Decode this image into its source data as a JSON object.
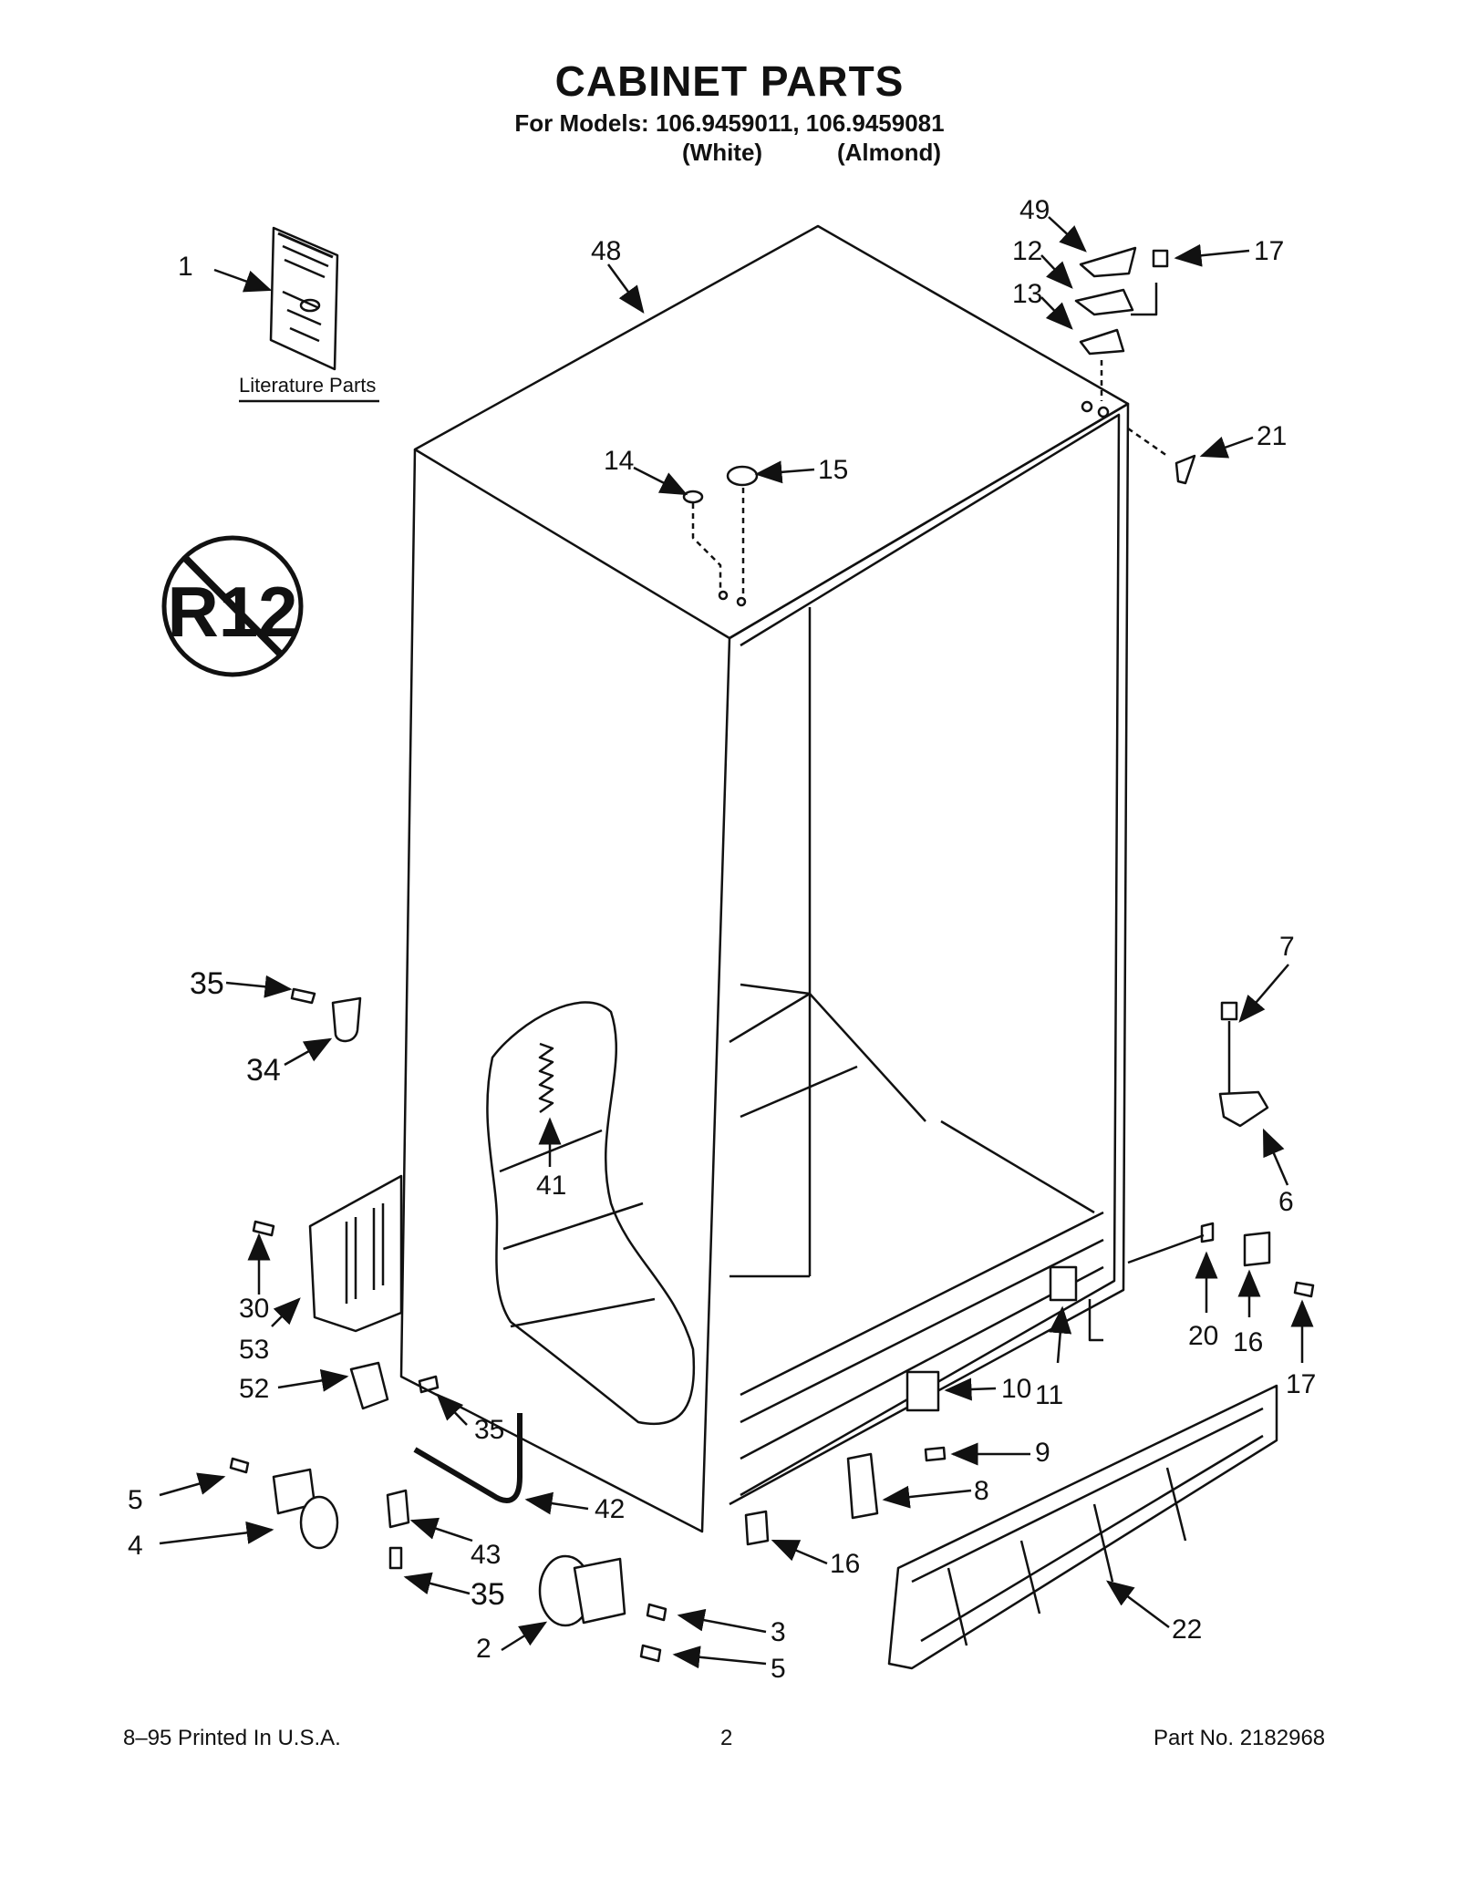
{
  "header": {
    "title": "CABINET PARTS",
    "models_line": "For Models: 106.9459011, 106.9459081",
    "color_white": "(White)",
    "color_almond": "(Almond)"
  },
  "literature_label": "Literature Parts",
  "no_r12_symbol_text": "R12",
  "callouts": {
    "c1": "1",
    "c48": "48",
    "c49": "49",
    "c12": "12",
    "c17a": "17",
    "c13": "13",
    "c21": "21",
    "c14": "14",
    "c15": "15",
    "c7": "7",
    "c35a": "35",
    "c34": "34",
    "c6": "6",
    "c41": "41",
    "c30": "30",
    "c53": "53",
    "c20": "20",
    "c16a": "16",
    "c17b": "17",
    "c52": "52",
    "c35b": "35",
    "c10": "10",
    "c11": "11",
    "c9": "9",
    "c5a": "5",
    "c8": "8",
    "c42": "42",
    "c4": "4",
    "c43": "43",
    "c16b": "16",
    "c35c": "35",
    "c22": "22",
    "c3": "3",
    "c2": "2",
    "c5b": "5"
  },
  "footer": {
    "left": "8–95 Printed In U.S.A.",
    "center": "2",
    "right": "Part No. 2182968"
  }
}
